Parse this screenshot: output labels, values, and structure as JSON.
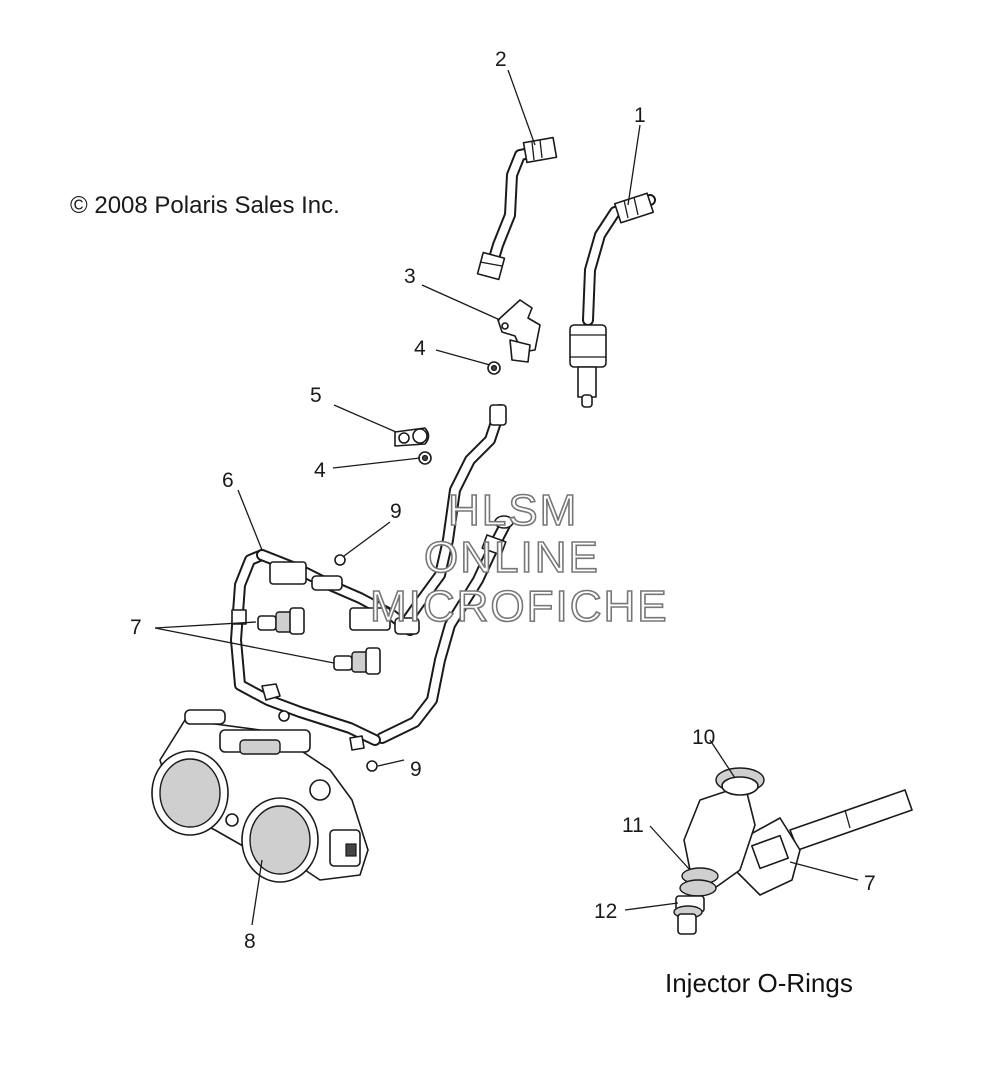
{
  "copyright": "© 2008 Polaris Sales Inc.",
  "inset_caption": "Injector O-Rings",
  "watermark": {
    "line1": "HLSM",
    "line2": "ONLINE",
    "line3": "MICROFICHE"
  },
  "callouts": {
    "c1": "1",
    "c2": "2",
    "c3": "3",
    "c4a": "4",
    "c4b": "4",
    "c5": "5",
    "c6": "6",
    "c7a": "7",
    "c7b": "7",
    "c8": "8",
    "c9a": "9",
    "c9b": "9",
    "c10": "10",
    "c11": "11",
    "c12": "12"
  }
}
